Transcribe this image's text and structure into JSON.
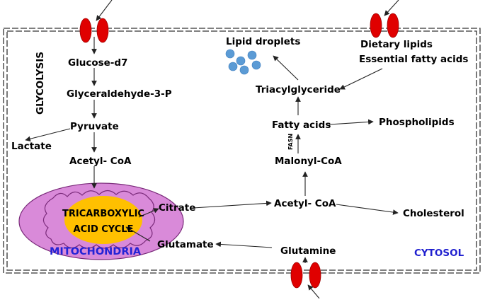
{
  "colors": {
    "transporter": "#e00000",
    "mitochondrion_fill": "#d98ad9",
    "mitochondrion_stroke": "#7a2a7a",
    "tca_core": "#ffc000",
    "lipid_droplet": "#5b9bd5",
    "mitochondria_label": "#2323d6",
    "cytosol_label": "#1f1fcf"
  },
  "labels": {
    "glycolysis": "GLYCOLYSIS",
    "glucose": "Glucose-d7",
    "g3p": "Glyceraldehyde-3-P",
    "pyruvate": "Pyruvate",
    "lactate": "Lactate",
    "acetyl_coa_mito": "Acetyl- CoA",
    "tca_line1": "TRICARBOXYLIC",
    "tca_line2": "ACID CYCLE",
    "mitochondria": "MITOCHONDRIA",
    "citrate": "Citrate",
    "glutamate": "Glutamate",
    "glutamine": "Glutamine",
    "acetyl_coa_cyto": "Acetyl- CoA",
    "cholesterol": "Cholesterol",
    "malonyl_coa": "Malonyl-CoA",
    "fasn": "FASN",
    "fatty_acids": "Fatty acids",
    "phospholipids": "Phospholipids",
    "triacylglyceride": "Triacylglyceride",
    "lipid_droplets": "Lipid droplets",
    "dietary_lipids": "Dietary lipids",
    "essential_fatty_acids": "Essential fatty acids",
    "cytosol": "CYTOSOL"
  }
}
